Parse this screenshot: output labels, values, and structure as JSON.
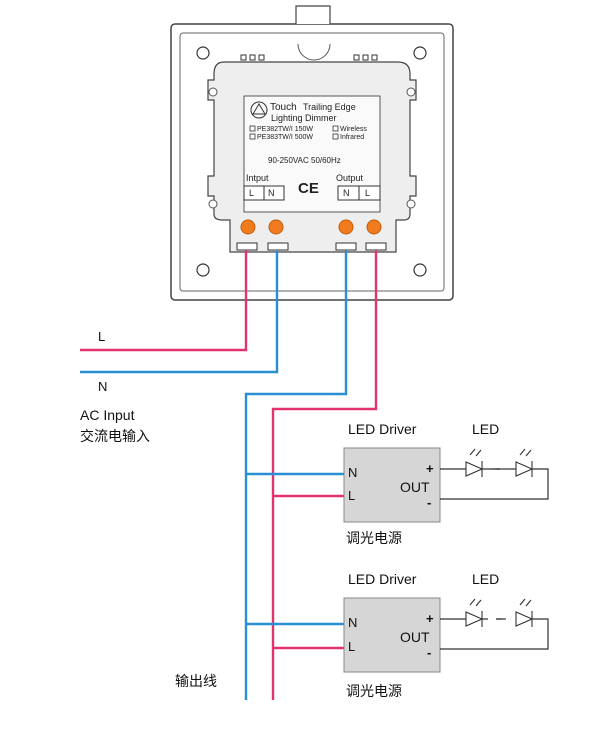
{
  "colors": {
    "line_color": "#e2336f",
    "neutral_color": "#2a8fd1",
    "terminal_color": "#f07c1f",
    "panel_fill": "#ffffff",
    "panel_stroke": "#444444",
    "module_fill": "#eeeeee",
    "driver_fill": "#d6d6d6"
  },
  "dimmer": {
    "title_line1": "Touch",
    "title_line1b": "Trailing Edge",
    "title_line2": "Lighting Dimmer",
    "model_a": "PE382TW/I 150W",
    "model_b": "PE383TW/I 500W",
    "opt_wireless": "Wireless",
    "opt_infrared": "Infrared",
    "voltage": "90-250VAC  50/60Hz",
    "input_label": "Intput",
    "output_label": "Output",
    "input_l": "L",
    "input_n": "N",
    "output_n": "N",
    "output_l": "L",
    "ce_mark": "CE"
  },
  "ac_input": {
    "l_label": "L",
    "n_label": "N",
    "title_en": "AC Input",
    "title_cn": "交流电输入"
  },
  "drivers": [
    {
      "title": "LED Driver",
      "led_label": "LED",
      "n_label": "N",
      "l_label": "L",
      "out_label": "OUT",
      "plus": "+",
      "minus": "-",
      "cn_label": "调光电源"
    },
    {
      "title": "LED Driver",
      "led_label": "LED",
      "n_label": "N",
      "l_label": "L",
      "out_label": "OUT",
      "plus": "+",
      "minus": "-",
      "cn_label": "调光电源"
    }
  ],
  "output_wire_label": "输出线",
  "icons": {
    "logo": "touch-logo-icon",
    "led": "led-diode-icon"
  }
}
